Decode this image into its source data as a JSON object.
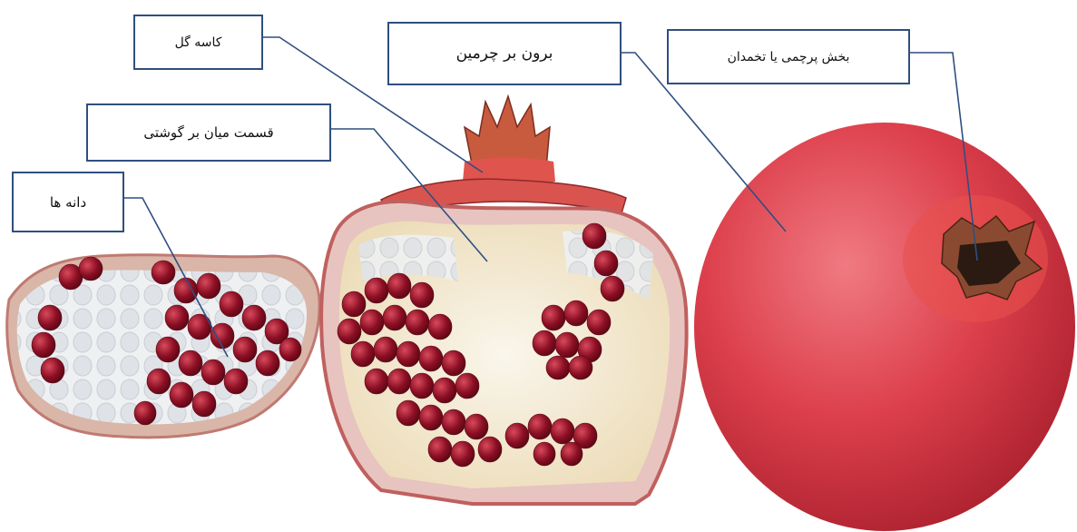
{
  "labels": {
    "sepal": "کاسه گل",
    "exocarp": "برون بر چرمین",
    "ovary": "بخش پرچمی یا  تخمدان",
    "mesocarp": "قسمت میان بر گوشتی",
    "seeds": "دانه ها"
  },
  "colors": {
    "leader_line": "#2f4f7f",
    "box_border": "#2f4f7f",
    "peel": "#d23a42",
    "aril": "#8e0f24",
    "pith": "#f1ead6"
  }
}
